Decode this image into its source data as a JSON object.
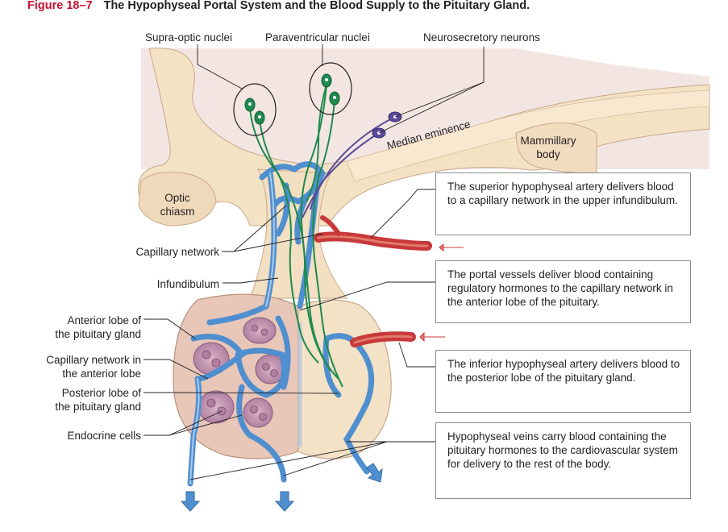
{
  "figure": {
    "number": "Figure 18–7",
    "title": "The Hypophyseal Portal System and the Blood Supply to the Pituitary Gland."
  },
  "labels": {
    "supra_optic": "Supra-optic nuclei",
    "paraventricular": "Paraventricular nuclei",
    "neurosecretory": "Neurosecretory neurons",
    "median_eminence": "Median eminence",
    "mammillary_line1": "Mammillary",
    "mammillary_line2": "body",
    "optic_line1": "Optic",
    "optic_line2": "chiasm",
    "capillary_network": "Capillary network",
    "infundibulum": "Infundibulum",
    "anterior_lobe_line1": "Anterior lobe of",
    "anterior_lobe_line2": "the pituitary gland",
    "cap_anterior_line1": "Capillary network in",
    "cap_anterior_line2": "the anterior lobe",
    "posterior_lobe_line1": "Posterior lobe of",
    "posterior_lobe_line2": "the pituitary gland",
    "endocrine_cells": "Endocrine cells"
  },
  "callouts": {
    "superior_artery": "The superior hypophyseal artery delivers blood to a capillary network in the upper infundibulum.",
    "portal_vessels": "The portal vessels deliver blood containing regulatory hormones to the capillary network in the anterior lobe of the pituitary.",
    "inferior_artery": "The inferior hypophyseal artery delivers blood to the posterior lobe of the pituitary gland.",
    "hypophyseal_veins": "Hypophyseal veins carry blood containing the pituitary hormones to the cardiovascular system for delivery to the rest of the body."
  },
  "colors": {
    "title_number": "#c8102e",
    "brain_tissue": "#f3dfc1",
    "vein_blue": "#4f8fcf",
    "artery_red": "#c8393a",
    "neuron_green": "#1e8a4e",
    "neuron_purple": "#5b4a9b",
    "endocrine_pink": "#b88aa6",
    "anterior_lobe": "#e8c6b8"
  }
}
